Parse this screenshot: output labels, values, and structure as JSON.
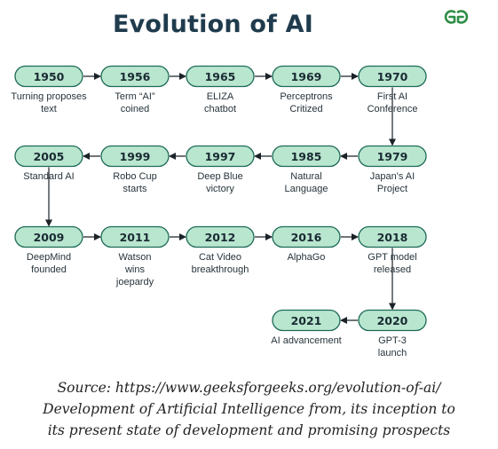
{
  "title": "Evolution of AI",
  "logo_text": "GG",
  "accent_color": "#b9e6cf",
  "nodes": [
    {
      "year": "1950",
      "label": "Turning proposes\ntext"
    },
    {
      "year": "1956",
      "label": "Term “AI”\ncoined"
    },
    {
      "year": "1965",
      "label": "ELIZA\nchatbot"
    },
    {
      "year": "1969",
      "label": "Perceptrons\nCritized"
    },
    {
      "year": "1970",
      "label": "First AI\nConference"
    },
    {
      "year": "1979",
      "label": "Japan's AI\nProject"
    },
    {
      "year": "1985",
      "label": "Natural\nLanguage"
    },
    {
      "year": "1997",
      "label": "Deep Blue\nvictory"
    },
    {
      "year": "1999",
      "label": "Robo Cup\nstarts"
    },
    {
      "year": "2005",
      "label": "Standard AI"
    },
    {
      "year": "2009",
      "label": "DeepMind\nfounded"
    },
    {
      "year": "2011",
      "label": "Watson\nwins\njoepardy"
    },
    {
      "year": "2012",
      "label": "Cat Video\nbreakthrough"
    },
    {
      "year": "2016",
      "label": "AlphaGo"
    },
    {
      "year": "2018",
      "label": "GPT model\nreleased"
    },
    {
      "year": "2020",
      "label": "GPT-3\nlaunch"
    },
    {
      "year": "2021",
      "label": "AI advancement"
    }
  ],
  "caption": {
    "line1": "Source: https://www.geeksforgeeks.org/evolution-of-ai/",
    "line2": "Development of Artificial Intelligence from, its inception to",
    "line3": "its present state of development and promising prospects"
  }
}
